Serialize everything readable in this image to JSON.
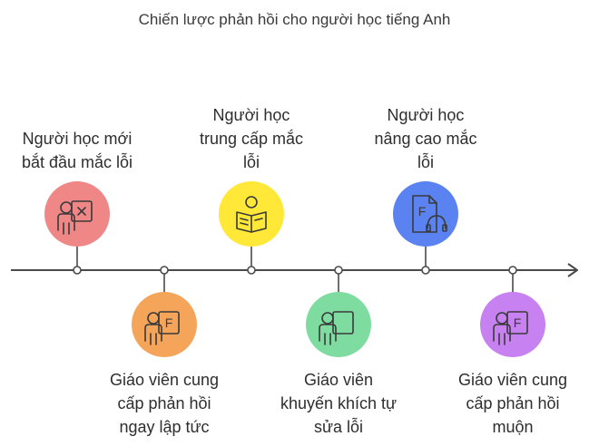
{
  "title": "Chiến lược phản hồi cho người học tiếng Anh",
  "colors": {
    "line": "#4a4a4a",
    "red": "#f08787",
    "orange": "#f5a55a",
    "yellow": "#ffe838",
    "green": "#7fdca0",
    "blue": "#5a82f0",
    "purple": "#c881f0",
    "icon_stroke": "#3a3a3a"
  },
  "events": [
    {
      "label": "Người học mới\nbắt đầu mắc lỗi",
      "position": "above",
      "color": "red",
      "icon": "student-board-x-icon",
      "icon_letter": ""
    },
    {
      "label": "Giáo viên cung\ncấp phản hồi\nngay lập tức",
      "position": "below",
      "color": "orange",
      "icon": "teacher-board-f-icon",
      "icon_letter": "F"
    },
    {
      "label": "Người học\ntrung cấp mắc\nlỗi",
      "position": "above",
      "color": "yellow",
      "icon": "reader-book-icon",
      "icon_letter": ""
    },
    {
      "label": "Giáo viên\nkhuyến khích tự\nsửa lỗi",
      "position": "below",
      "color": "green",
      "icon": "teacher-board-icon",
      "icon_letter": ""
    },
    {
      "label": "Người học\nnâng cao mắc\nlỗi",
      "position": "above",
      "color": "blue",
      "icon": "document-f-headset-icon",
      "icon_letter": "F"
    },
    {
      "label": "Giáo viên cung\ncấp phản hồi\nmuộn",
      "position": "below",
      "color": "purple",
      "icon": "teacher-board-f-late-icon",
      "icon_letter": "F"
    }
  ]
}
